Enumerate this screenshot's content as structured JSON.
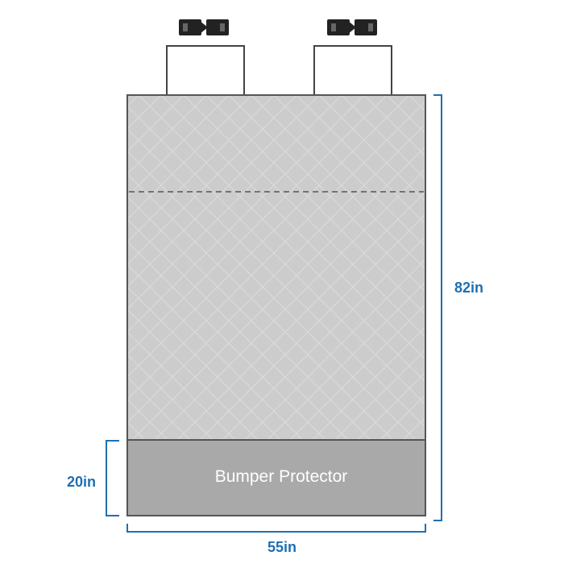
{
  "colors": {
    "mat": "#cccccc",
    "mat_outline": "#555555",
    "quilt_line": "#dcdcdc",
    "fold_line": "#555555",
    "bumper": "#a9a9a9",
    "bumper_text": "#ffffff",
    "dimension": "#1f6fb2",
    "strap_outline": "#444444",
    "buckle": "#222222"
  },
  "labels": {
    "height": "82in",
    "bumper_height": "20in",
    "width": "55in",
    "bumper": "Bumper Protector"
  },
  "icons": {
    "strap_buckle": "buckle-icon"
  },
  "features": {
    "straps": 2,
    "fold_line": "dashed",
    "pattern": "diamond-quilted"
  }
}
